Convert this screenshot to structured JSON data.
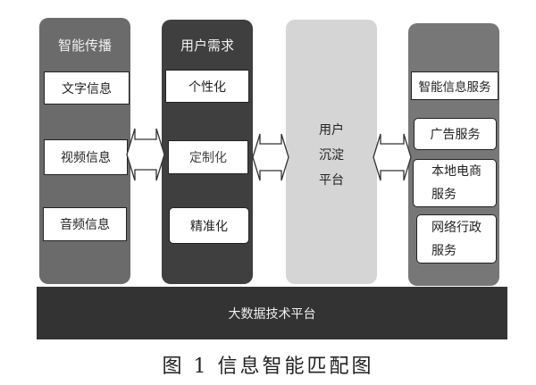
{
  "columns": [
    {
      "title": "智能传播",
      "items": [
        "文字信息",
        "视频信息",
        "音频信息"
      ]
    },
    {
      "title": "用户需求",
      "items": [
        "个性化",
        "定制化",
        "精准化"
      ]
    },
    {
      "lines": [
        "用户",
        "沉淀",
        "平台"
      ]
    },
    {
      "title": "智能信息服务",
      "items": [
        [
          "广告服务"
        ],
        [
          "本地电商",
          "服务"
        ],
        [
          "网络行政",
          "服务"
        ]
      ]
    }
  ],
  "base_bar": "大数据技术平台",
  "caption": "图 1 信息智能匹配图",
  "colors": {
    "col1": "#6b6b6b",
    "col2": "#3f3f3f",
    "col3": "#d5d5d5",
    "col4": "#777777",
    "bar": "#333333"
  }
}
